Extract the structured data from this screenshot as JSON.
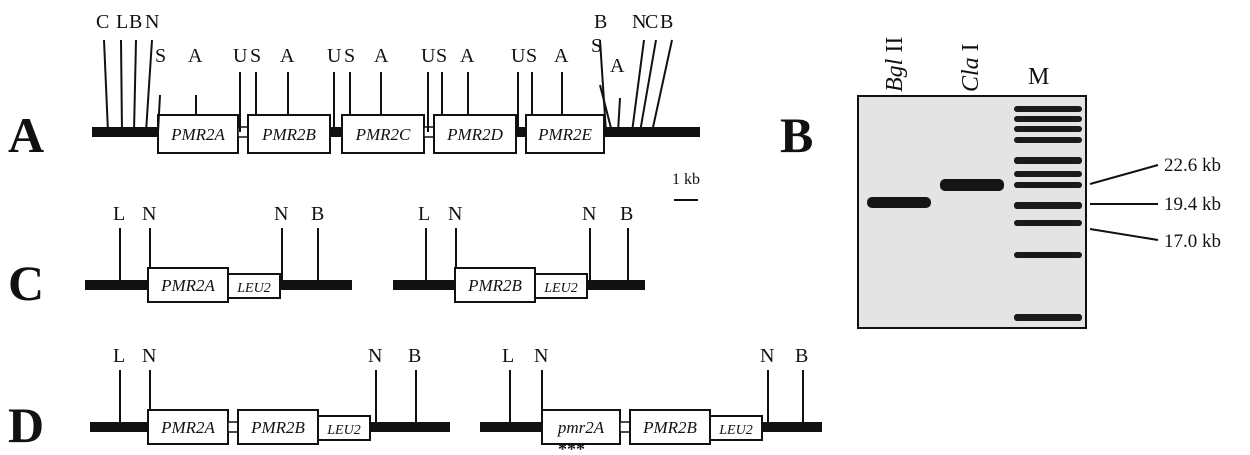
{
  "panels": {
    "A": "A",
    "B": "B",
    "C": "C",
    "D": "D"
  },
  "scale_bar": "1 kb",
  "sites": {
    "C": "C",
    "L": "L",
    "B": "B",
    "N": "N",
    "S": "S",
    "A": "A",
    "U": "U"
  },
  "genes": {
    "pmr2a": "PMR2A",
    "pmr2b": "PMR2B",
    "pmr2c": "PMR2C",
    "pmr2d": "PMR2D",
    "pmr2e": "PMR2E",
    "leu2": "LEU2",
    "pmr2a_mut": "pmr2A"
  },
  "mutation_mark": "***",
  "gel": {
    "lanes": {
      "bgl_italic": "Bgl",
      "bgl_roman": " II",
      "cla_italic": "Cla",
      "cla_roman": " I",
      "marker": "M"
    },
    "sizes": [
      "22.6 kb",
      "19.4 kb",
      "17.0 kb"
    ]
  },
  "colors": {
    "line": "#111111",
    "gel_bg": "#e4e4e4",
    "band": "#151515"
  }
}
